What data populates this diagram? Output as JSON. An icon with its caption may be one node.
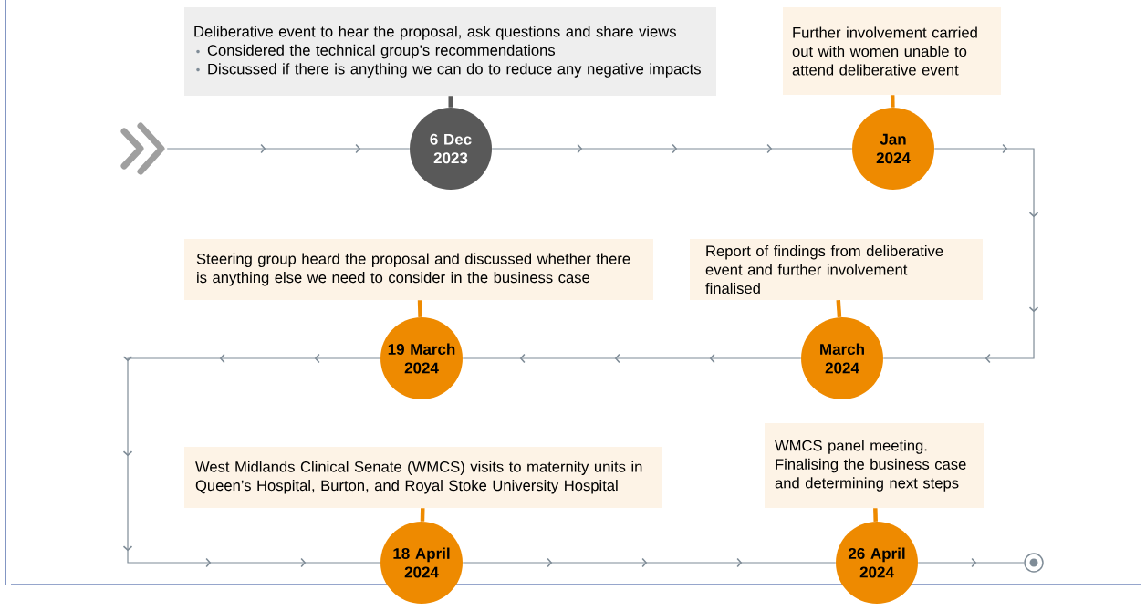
{
  "diagram": {
    "nodes": [
      {
        "text": [],
        "shape": "chevron"
      },
      {
        "text": [
          "Deliberative event to hear the proposal, ask questions and share views",
          "Considered the technical group’s recommendations",
          "Discussed if there is anything we can do to reduce any negative impacts"
        ]
      },
      {
        "text": [
          "6 Dec 2023"
        ]
      },
      {
        "text": [
          "Further involvement carried out with women unable to attend deliberative event"
        ]
      },
      {
        "text": [
          "Jan 2024"
        ]
      },
      {
        "text": [
          "Steering group heard the proposal and discussed whether there is anything else we need to consider in the business case"
        ]
      },
      {
        "text": [
          "19 March 2024"
        ]
      },
      {
        "text": [
          "Report of findings from deliberative event and further involvement finalised"
        ]
      },
      {
        "text": [
          "March 2024"
        ]
      },
      {
        "text": [
          "West Midlands Clinical Senate (WMCS) visits to maternity units in Queen’s Hospital, Burton, and Royal Stoke University Hospital"
        ]
      },
      {
        "text": [
          "18 April 2024"
        ]
      },
      {
        "text": [
          "WMCS panel meeting. Finalising the business case and determining next steps"
        ]
      },
      {
        "text": [
          "26 April 2024"
        ]
      },
      {
        "text": [],
        "shape": "circle"
      }
    ],
    "edges": [
      {
        "from": 0,
        "to": 2,
        "arrow": "to"
      },
      {
        "from": 2,
        "to": 4,
        "arrow": "to"
      },
      {
        "from": 4,
        "to": 8,
        "arrow": "to"
      },
      {
        "from": 8,
        "to": 6,
        "arrow": "to"
      },
      {
        "from": 6,
        "to": 10,
        "arrow": "to"
      },
      {
        "from": 10,
        "to": 12,
        "arrow": "to"
      },
      {
        "from": 12,
        "to": 13,
        "arrow": "to"
      },
      {
        "from": 1,
        "to": 2,
        "arrow": "none",
        "style": "thick",
        "color": "#595959"
      },
      {
        "from": 3,
        "to": 4,
        "arrow": "none",
        "style": "thick",
        "color": "#ee8a00"
      },
      {
        "from": 5,
        "to": 6,
        "arrow": "none",
        "style": "thick",
        "color": "#ee8a00"
      },
      {
        "from": 7,
        "to": 8,
        "arrow": "none",
        "style": "thick",
        "color": "#ee8a00"
      },
      {
        "from": 9,
        "to": 10,
        "arrow": "none",
        "style": "thick",
        "color": "#ee8a00"
      },
      {
        "from": 11,
        "to": 12,
        "arrow": "none",
        "style": "thick",
        "color": "#ee8a00"
      }
    ]
  }
}
